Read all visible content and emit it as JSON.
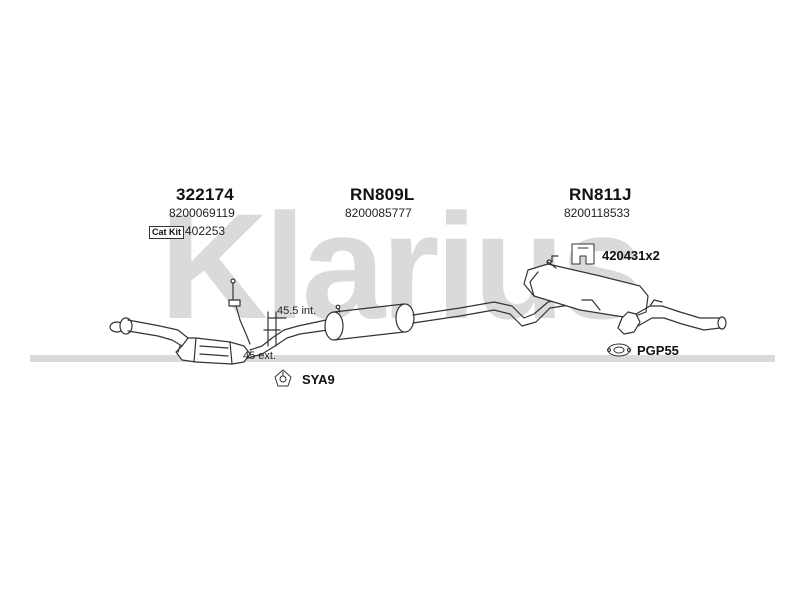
{
  "watermark": {
    "text": "Klarius",
    "color": "#d9d9d9"
  },
  "sections": [
    {
      "part_number": "322174",
      "oem_number": "8200069119"
    },
    {
      "part_number": "RN809L",
      "oem_number": "8200085777"
    },
    {
      "part_number": "RN811J",
      "oem_number": "8200118533"
    }
  ],
  "cat_kit": {
    "badge": "Cat Kit",
    "number": "402253"
  },
  "pipe_labels": {
    "internal": "45.5 int.",
    "external": "45 ext."
  },
  "hardware": [
    {
      "label": "SYA9"
    },
    {
      "label": "420431x2"
    },
    {
      "label": "PGP55"
    }
  ],
  "colors": {
    "line": "#333333",
    "watermark": "#d9d9d9"
  }
}
